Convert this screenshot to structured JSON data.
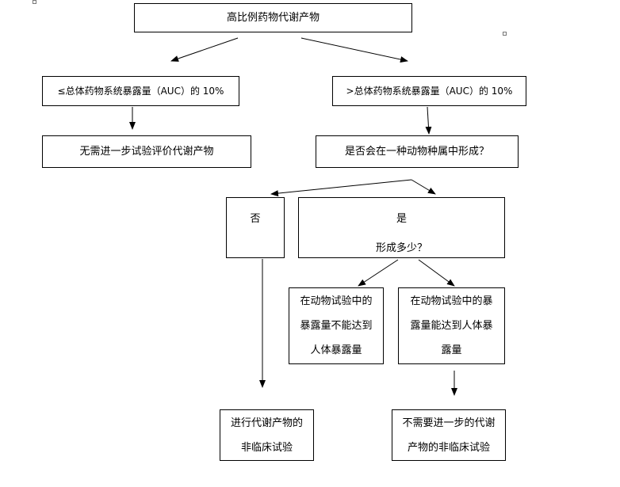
{
  "nodes": {
    "root": "高比例药物代谢产物",
    "left_cond": "≤总体药物系统暴露量（AUC）的 10%",
    "right_cond": ">总体药物系统暴露量（AUC）的 10%",
    "no_eval": "无需进一步试验评价代谢产物",
    "question": "是否会在一种动物种属中形成？",
    "no": "否",
    "yes": "是",
    "yes_sub": "形成多少？",
    "cannot_reach": [
      "在动物试验中的",
      "暴露量不能达到",
      "人体暴露量"
    ],
    "can_reach": [
      "在动物试验中的暴",
      "露量能达到人体暴",
      "露量"
    ],
    "do_nonclinical": [
      "进行代谢产物的",
      "非临床试验"
    ],
    "no_further": [
      "不需要进一步的代谢",
      "产物的非临床试验"
    ]
  }
}
